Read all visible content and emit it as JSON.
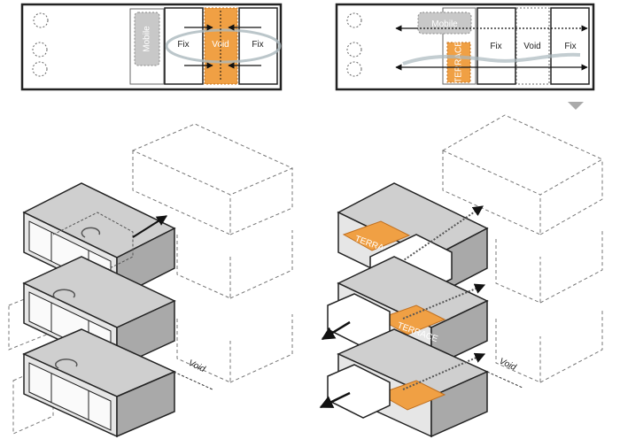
{
  "plan_left": {
    "mobile": "Mobile",
    "cells": [
      "Fix",
      "Void",
      "Fix"
    ]
  },
  "plan_right": {
    "mobile": "Mobile",
    "terrace": "TERRACE",
    "cells": [
      "Fix",
      "Void",
      "Fix"
    ]
  },
  "iso_left": {
    "void": "Void"
  },
  "iso_right": {
    "void": "Void",
    "terrace": "TERRACE"
  },
  "colors": {
    "accent": "#f0a044",
    "panel": "#d2d2d2",
    "mobile_fill": "#c8c8c8",
    "stroke": "#222222"
  }
}
